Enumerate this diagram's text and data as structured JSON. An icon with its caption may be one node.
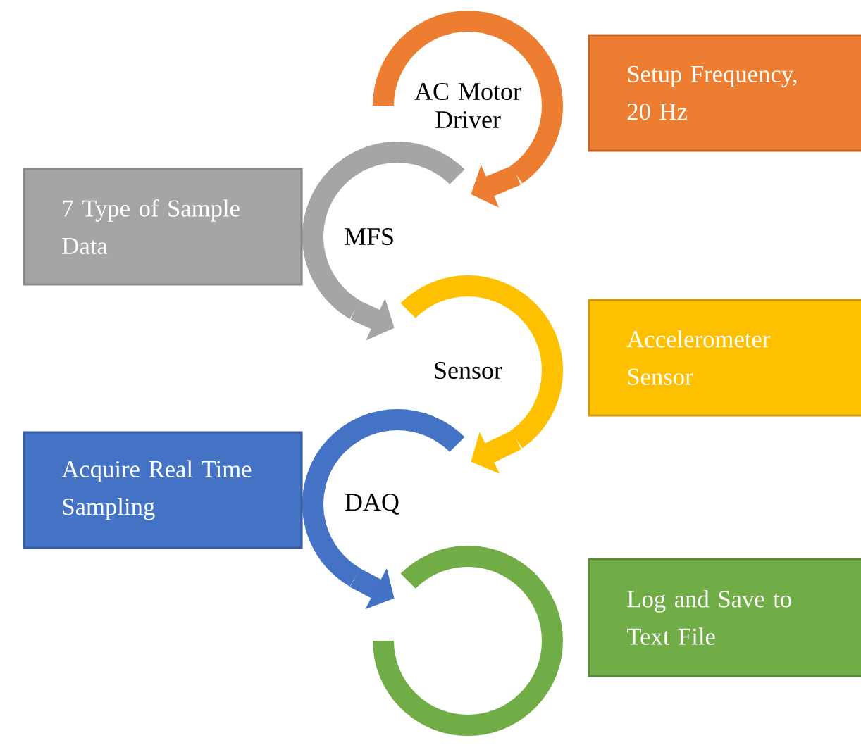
{
  "diagram": {
    "nodes": [
      {
        "text": [
          "AC Motor Driver"
        ]
      },
      {
        "text": [
          "MFS"
        ]
      },
      {
        "text": [
          "Sensor"
        ]
      },
      {
        "text": [
          "DAQ"
        ]
      },
      {
        "text": [],
        "shape": "circle"
      },
      {
        "text": [
          "Setup Frequency, 20 Hz"
        ]
      },
      {
        "text": [
          "7 Type of Sample Data"
        ]
      },
      {
        "text": [
          "Accelerometer Sensor"
        ]
      },
      {
        "text": [
          "Acquire Real Time Sampling"
        ]
      },
      {
        "text": [
          "Log and Save to Text File"
        ]
      }
    ],
    "edges": [
      {
        "from": 0,
        "to": 1,
        "arrow": "to",
        "color": "#ed7d31"
      },
      {
        "from": 1,
        "to": 2,
        "arrow": "to",
        "color": "#a5a5a5"
      },
      {
        "from": 2,
        "to": 3,
        "arrow": "to",
        "color": "#ffc000"
      },
      {
        "from": 3,
        "to": 4,
        "arrow": "to",
        "color": "#4472c4"
      }
    ]
  }
}
